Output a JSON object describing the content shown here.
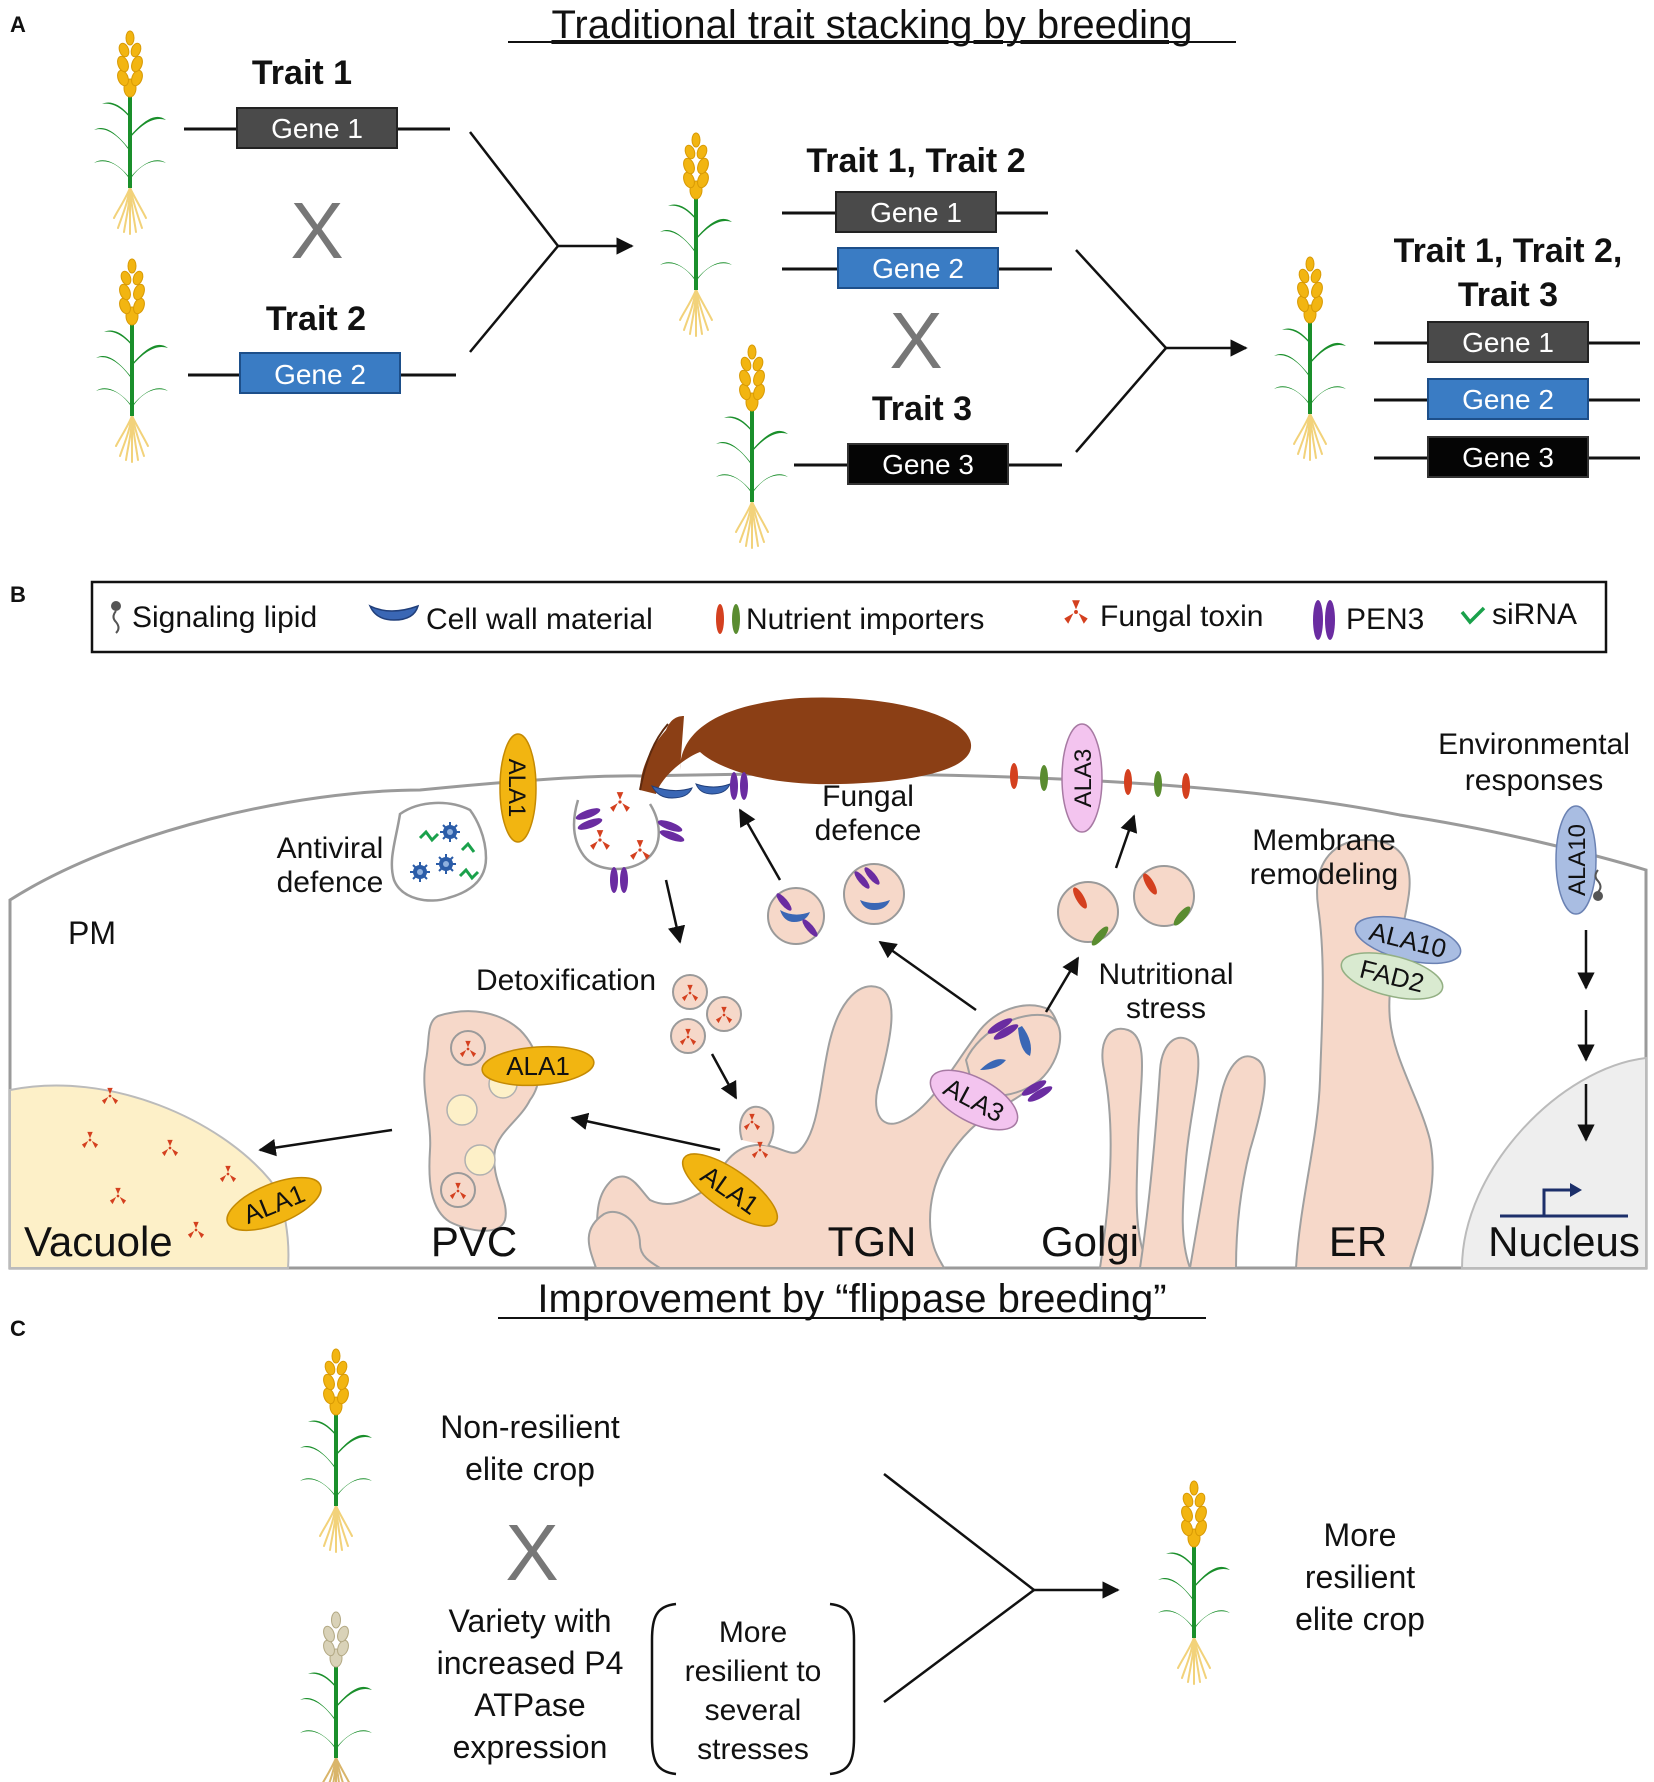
{
  "panelA": {
    "letter": "A",
    "title": "Traditional trait stacking by breeding",
    "trait1": "Trait 1",
    "trait2": "Trait 2",
    "trait12": "Trait 1, Trait 2",
    "trait3": "Trait 3",
    "trait123_line1": "Trait 1, Trait 2,",
    "trait123_line2": "Trait 3",
    "gene1": "Gene 1",
    "gene2": "Gene 2",
    "gene3": "Gene 3",
    "cross": "X"
  },
  "panelB": {
    "letter": "B",
    "legend": {
      "signaling_lipid": "Signaling lipid",
      "cell_wall": "Cell wall material",
      "nutrient_importers": "Nutrient importers",
      "fungal_toxin": "Fungal toxin",
      "pen3": "PEN3",
      "sirna": "siRNA"
    },
    "labels": {
      "pm": "PM",
      "antiviral_1": "Antiviral",
      "antiviral_2": "defence",
      "fungal_1": "Fungal",
      "fungal_2": "defence",
      "detox": "Detoxification",
      "nutritional_1": "Nutritional",
      "nutritional_2": "stress",
      "membrane_1": "Membrane",
      "membrane_2": "remodeling",
      "env_1": "Environmental",
      "env_2": "responses",
      "vacuole": "Vacuole",
      "pvc": "PVC",
      "tgn": "TGN",
      "golgi": "Golgi",
      "er": "ER",
      "nucleus": "Nucleus"
    },
    "proteins": {
      "ala1": "ALA1",
      "ala3": "ALA3",
      "ala10": "ALA10",
      "fad2": "FAD2"
    },
    "colors": {
      "ala1": "#f2b511",
      "ala3": "#f3c4ef",
      "ala10": "#a9bde2",
      "fad2": "#d9ead0",
      "organelle": "#f6d8c9",
      "fungus": "#8b3f15",
      "cell_wall": "#3a67b5",
      "pen3": "#6a2ca1",
      "toxin": "#d4401f",
      "sirna": "#1aa14b",
      "vacuole": "#fdf0c8",
      "nucleus": "#eeeeee"
    }
  },
  "panelC": {
    "letter": "C",
    "title": "Improvement by “flippase breeding”",
    "nonresilient_1": "Non-resilient",
    "nonresilient_2": "elite crop",
    "variety_1": "Variety with",
    "variety_2": "increased P4",
    "variety_3": "ATPase",
    "variety_4": "expression",
    "bracket_1": "More",
    "bracket_2": "resilient to",
    "bracket_3": "several",
    "bracket_4": "stresses",
    "result_1": "More",
    "result_2": "resilient",
    "result_3": "elite crop",
    "cross": "X"
  }
}
